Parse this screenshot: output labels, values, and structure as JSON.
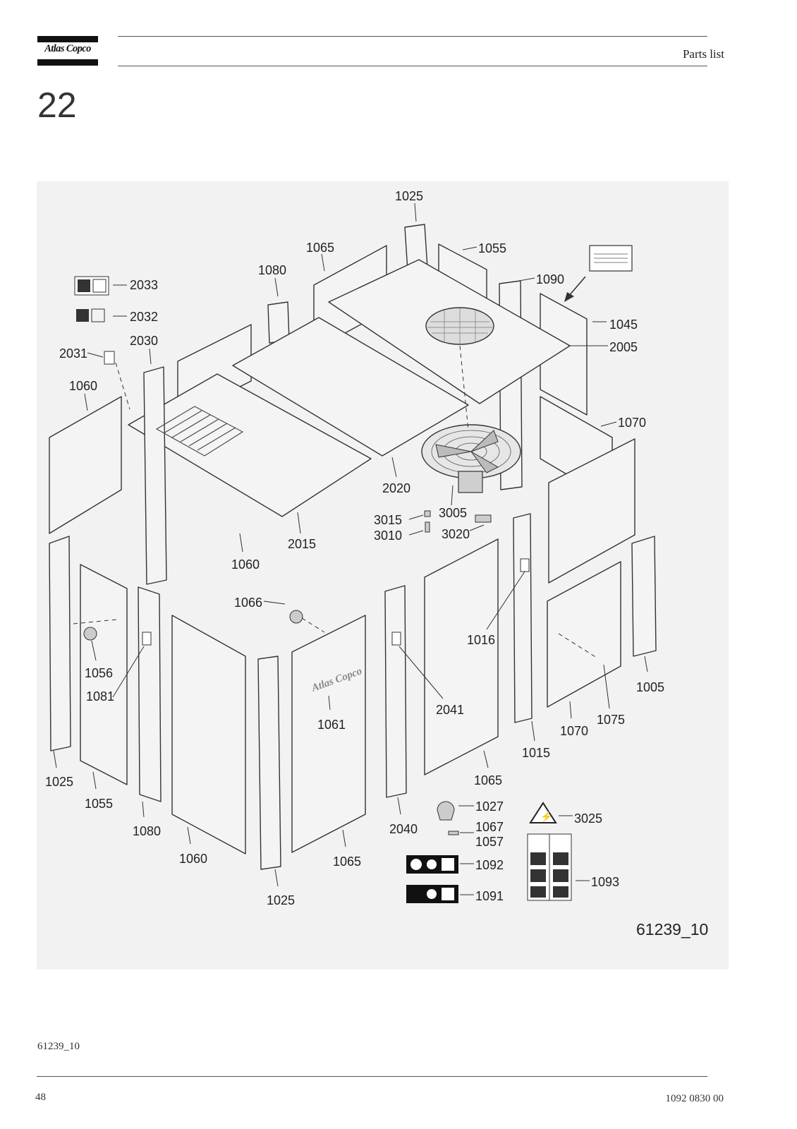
{
  "header": {
    "brand": "Atlas Copco",
    "title": "Parts list"
  },
  "section_number": "22",
  "figure": {
    "id_label": "61239_10",
    "callouts": {
      "c1025_top": "1025",
      "c1065_top": "1065",
      "c1055_top": "1055",
      "c1090": "1090",
      "c1080_top": "1080",
      "c2033": "2033",
      "c2032": "2032",
      "c1045": "1045",
      "c2030": "2030",
      "c2031": "2031",
      "c2005": "2005",
      "c1060_left": "1060",
      "c1070_right": "1070",
      "c2020": "2020",
      "c3015": "3015",
      "c3005": "3005",
      "c3010": "3010",
      "c3020": "3020",
      "c2015": "2015",
      "c1060_mid": "1060",
      "c1066": "1066",
      "c1016": "1016",
      "c1056": "1056",
      "c1005": "1005",
      "c1081": "1081",
      "c2041": "2041",
      "c1061": "1061",
      "c1075": "1075",
      "c1070_bot": "1070",
      "c1015": "1015",
      "c1025_left": "1025",
      "c1065_mid": "1065",
      "c1055_bot": "1055",
      "c1027": "1027",
      "c3025": "3025",
      "c1080_bot": "1080",
      "c2040": "2040",
      "c1067": "1067",
      "c1057": "1057",
      "c1060_bot": "1060",
      "c1065_bot": "1065",
      "c1092": "1092",
      "c1093": "1093",
      "c1091": "1091",
      "c1025_bot": "1025"
    }
  },
  "footer": {
    "caption": "61239_10",
    "page_number": "48",
    "document_number": "1092 0830 00"
  }
}
